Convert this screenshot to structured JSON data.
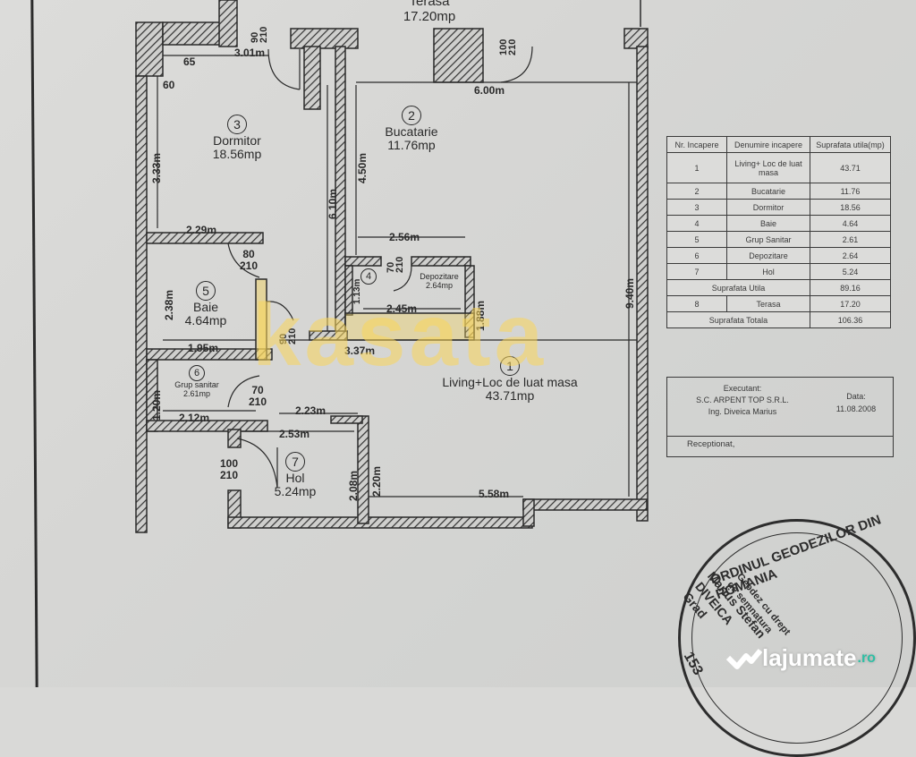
{
  "document": {
    "type": "Floor plan (releveu apartament)",
    "terrace": {
      "label": "Terasa",
      "area": "17.20mp"
    },
    "rooms": [
      {
        "nr": "1",
        "name": "Living+Loc de luat masa",
        "area": "43.71mp"
      },
      {
        "nr": "2",
        "name": "Bucatarie",
        "area": "11.76mp"
      },
      {
        "nr": "3",
        "name": "Dormitor",
        "area": "18.56mp"
      },
      {
        "nr": "4",
        "name": "Depozitare",
        "area": "2.64mp"
      },
      {
        "nr": "5",
        "name": "Baie",
        "area": "4.64mp"
      },
      {
        "nr": "6",
        "name": "Grup sanitar",
        "area": "2.61mp"
      },
      {
        "nr": "7",
        "name": "Hol",
        "area": "5.24mp"
      }
    ],
    "dimensions": {
      "d301": "3.01m",
      "d600": "6.00m",
      "d333": "3.33m",
      "d450": "4.50m",
      "d610": "6.10m",
      "d229": "2.29m",
      "d256": "2.56m",
      "d238": "2.38m",
      "d113": "1.13m",
      "d188": "1.88m",
      "d245": "2.45m",
      "d195": "1.95m",
      "d337": "3.37m",
      "d940": "9.40m",
      "d120": "1.20m",
      "d212": "2.12m",
      "d223": "2.23m",
      "d253": "2.53m",
      "d208": "2.08m",
      "d220": "2.20m",
      "d558": "5.58m",
      "d65": "65",
      "d60": "60",
      "d100w": "1.00m"
    },
    "doors": [
      {
        "w": "90",
        "h": "210"
      },
      {
        "w": "100",
        "h": "210"
      },
      {
        "w": "80",
        "h": "210"
      },
      {
        "w": "70",
        "h": "210"
      },
      {
        "w": "90",
        "h": "210"
      },
      {
        "w": "70",
        "h": "210"
      },
      {
        "w": "100",
        "h": "210"
      }
    ]
  },
  "area_table": {
    "headers": [
      "Nr. Incapere",
      "Denumire incapere",
      "Suprafata utila(mp)"
    ],
    "rows": [
      {
        "nr": "1",
        "name": "Living+ Loc de luat masa",
        "area": "43.71"
      },
      {
        "nr": "2",
        "name": "Bucatarie",
        "area": "11.76"
      },
      {
        "nr": "3",
        "name": "Dormitor",
        "area": "18.56"
      },
      {
        "nr": "4",
        "name": "Baie",
        "area": "4.64"
      },
      {
        "nr": "5",
        "name": "Grup Sanitar",
        "area": "2.61"
      },
      {
        "nr": "6",
        "name": "Depozitare",
        "area": "2.64"
      },
      {
        "nr": "7",
        "name": "Hol",
        "area": "5.24"
      }
    ],
    "useful_label": "Suprafata Utila",
    "useful_value": "89.16",
    "terrace_row": {
      "nr": "8",
      "name": "Terasa",
      "area": "17.20"
    },
    "total_label": "Suprafata Totala",
    "total_value": "106.36",
    "executant_label": "Executant:",
    "company": "S.C. ARPENT TOP S.R.L.",
    "engineer": "Ing. Diveica Marius",
    "date_label": "Data:",
    "date": "11.08.2008",
    "received_label": "Receptionat,"
  },
  "stamp": {
    "ring_text": "ORDINUL GEODEZILOR DIN ROMANIA",
    "line1": "Geodez cu drept",
    "line2": "de semnatura",
    "name1": "Marius Stefan",
    "name2": "DIVEICA",
    "grade": "Grad",
    "number": "153"
  },
  "watermarks": {
    "kasata": "kasata",
    "brand": "lajumate",
    "brand_tld": ".ro"
  },
  "colors": {
    "wall": "#3a3a3a",
    "paper": "#d9d9d7",
    "kasata_yellow": "#fad65a",
    "lajumate_teal": "#2fbfa5"
  }
}
